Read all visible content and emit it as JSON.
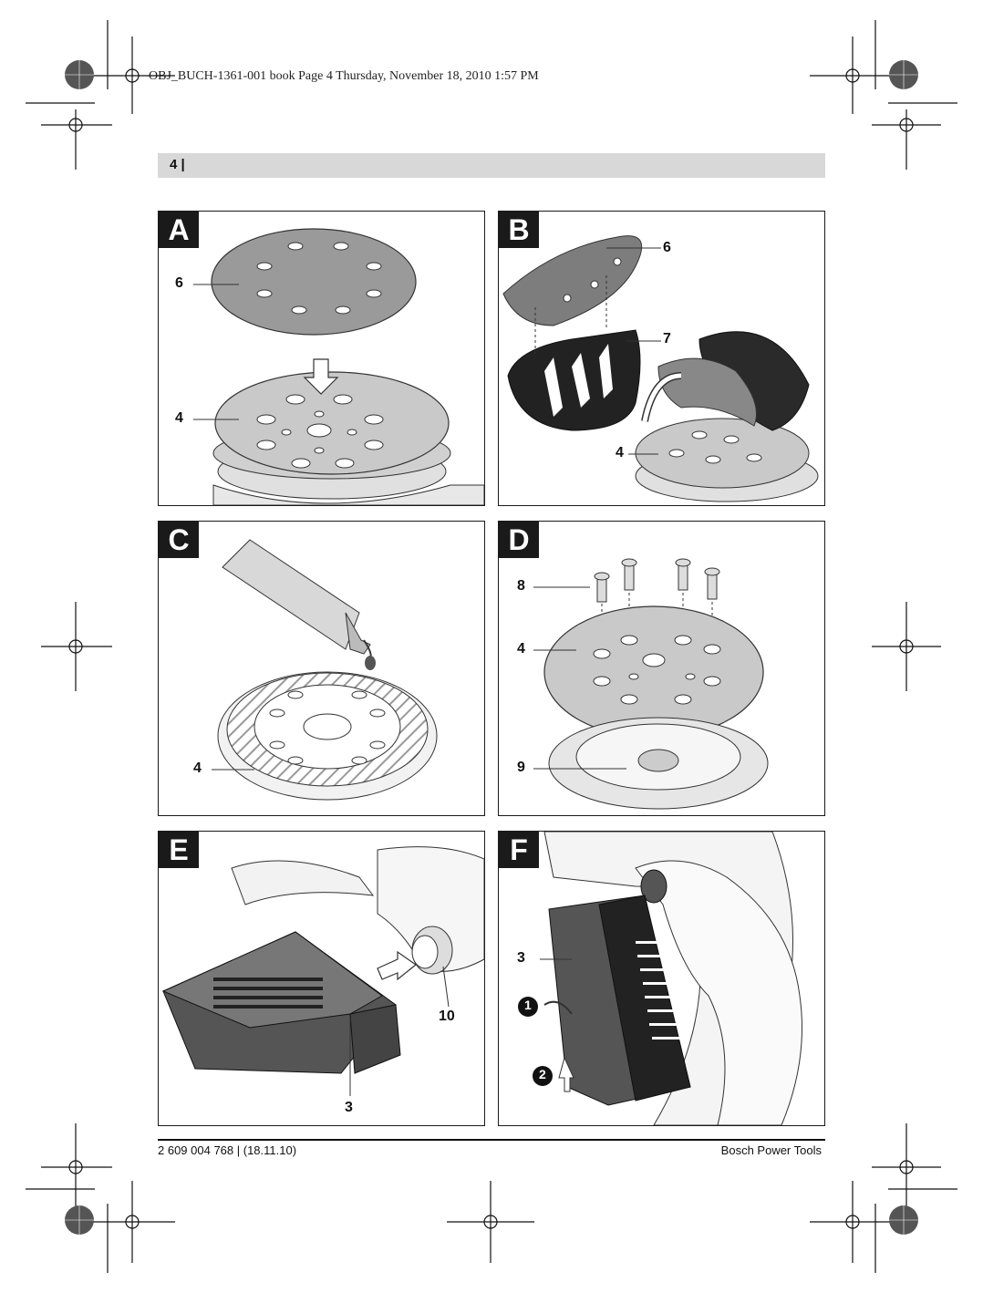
{
  "header": {
    "slug": "OBJ_BUCH-1361-001 book  Page 4  Thursday, November 18, 2010  1:57 PM",
    "page_number": "4 |"
  },
  "panels": [
    {
      "letter": "A",
      "callouts": [
        "6",
        "4"
      ]
    },
    {
      "letter": "B",
      "callouts": [
        "6",
        "7",
        "4"
      ]
    },
    {
      "letter": "C",
      "callouts": [
        "4"
      ]
    },
    {
      "letter": "D",
      "callouts": [
        "8",
        "4",
        "9"
      ]
    },
    {
      "letter": "E",
      "callouts": [
        "10",
        "3"
      ]
    },
    {
      "letter": "F",
      "callouts": [
        "3",
        "1",
        "2"
      ]
    }
  ],
  "footer": {
    "doc_number": "2 609 004 768 | (18.11.10)",
    "brand": "Bosch Power Tools"
  },
  "colors": {
    "ink": "#1a1a1a",
    "pad_grey": "#c8c8c8",
    "paper_grey": "#9a9a9a",
    "bar_grey": "#d8d8d8"
  }
}
